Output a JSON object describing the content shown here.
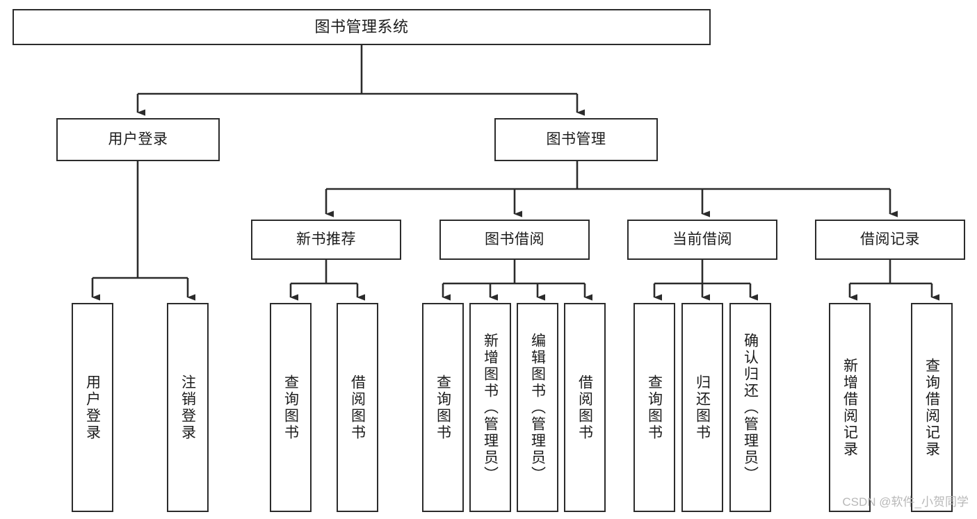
{
  "diagram": {
    "title": "图书管理系统",
    "type": "hierarchy-tree",
    "watermark": "CSDN @软件_小贺同学",
    "colors": {
      "box_border": "#2b2b2b",
      "box_fill": "#ffffff",
      "connector": "#2b2b2b",
      "text": "#1b1b1b",
      "watermark": "#b8b8b8",
      "background": "#ffffff"
    },
    "nodes": {
      "root": {
        "label": "图书管理系统"
      },
      "level1": [
        {
          "id": "user-login",
          "label": "用户登录"
        },
        {
          "id": "book-manage",
          "label": "图书管理"
        }
      ],
      "level2": [
        {
          "id": "new-book-recommend",
          "label": "新书推荐"
        },
        {
          "id": "book-borrow",
          "label": "图书借阅"
        },
        {
          "id": "current-borrow",
          "label": "当前借阅"
        },
        {
          "id": "borrow-record",
          "label": "借阅记录"
        }
      ],
      "leaves": [
        {
          "id": "leaf-user-login",
          "label": "用户登录",
          "parent": "user-login"
        },
        {
          "id": "leaf-logout",
          "label": "注销登录",
          "parent": "user-login"
        },
        {
          "id": "leaf-query-book-1",
          "label": "查询图书",
          "parent": "new-book-recommend"
        },
        {
          "id": "leaf-borrow-book-1",
          "label": "借阅图书",
          "parent": "new-book-recommend"
        },
        {
          "id": "leaf-query-book-2",
          "label": "查询图书",
          "parent": "book-borrow"
        },
        {
          "id": "leaf-add-book",
          "label": "新增图书（管理员）",
          "parent": "book-borrow"
        },
        {
          "id": "leaf-edit-book",
          "label": "编辑图书（管理员）",
          "parent": "book-borrow"
        },
        {
          "id": "leaf-borrow-book-2",
          "label": "借阅图书",
          "parent": "book-borrow"
        },
        {
          "id": "leaf-query-book-3",
          "label": "查询图书",
          "parent": "current-borrow"
        },
        {
          "id": "leaf-return-book",
          "label": "归还图书",
          "parent": "current-borrow"
        },
        {
          "id": "leaf-confirm-return",
          "label": "确认归还（管理员）",
          "parent": "current-borrow"
        },
        {
          "id": "leaf-add-record",
          "label": "新增借阅记录",
          "parent": "borrow-record"
        },
        {
          "id": "leaf-query-record",
          "label": "查询借阅记录",
          "parent": "borrow-record"
        }
      ]
    }
  }
}
